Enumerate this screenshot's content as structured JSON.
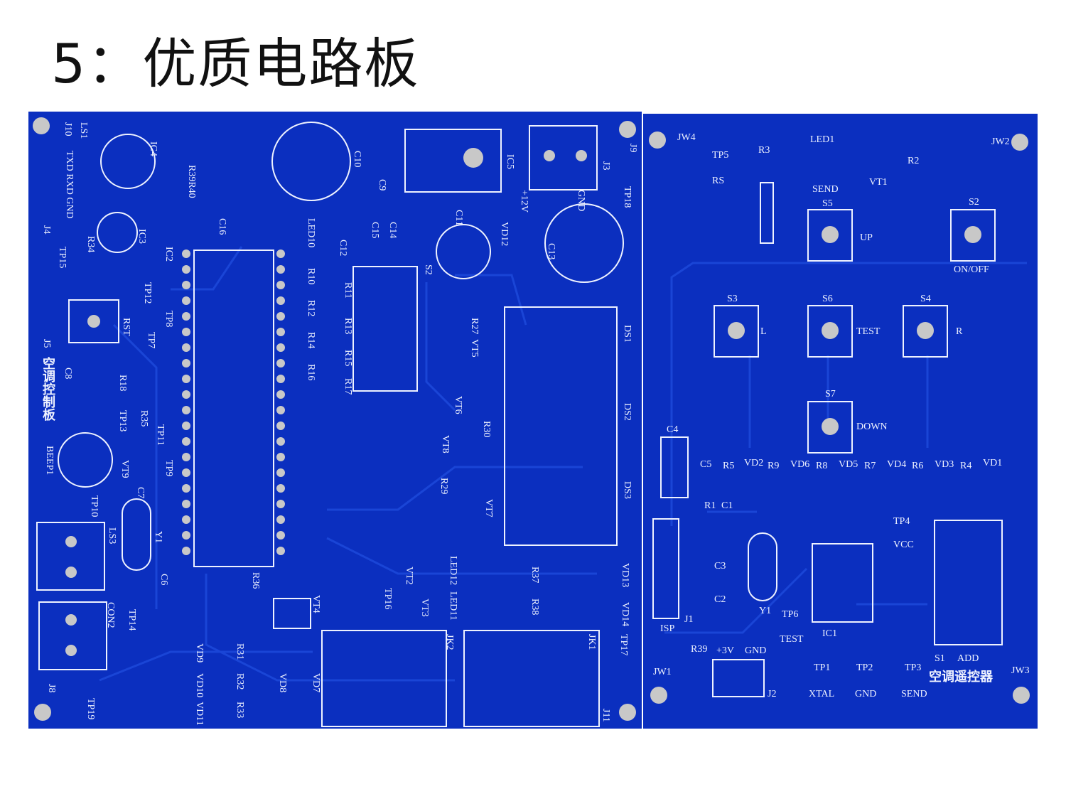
{
  "title": "5：优质电路板",
  "colors": {
    "board": "#0b2fbf",
    "trace": "#1a45d6",
    "silkscreen": "#eef2ff",
    "pad": "#c8c8c8"
  },
  "left_board": {
    "title_label": "空调控制板",
    "labels": [
      "J10",
      "LS1",
      "TXD RXD GND",
      "IC4",
      "R39R40",
      "C10",
      "IC5",
      "J3",
      "J9",
      "TP18",
      "GND",
      "+12V",
      "C9",
      "LED10",
      "C11",
      "VD12",
      "C13",
      "IC2",
      "IC3",
      "J4",
      "TP15",
      "R34",
      "TP12",
      "TP8",
      "TP7",
      "RST",
      "J5",
      "C8",
      "R18",
      "TP13",
      "R35",
      "TP11",
      "VT9",
      "TP9",
      "C7",
      "BEEP1",
      "TP10",
      "LS3",
      "Y1",
      "C6",
      "CON2",
      "TP14",
      "J8",
      "TP19",
      "VD9",
      "VD10",
      "VD11",
      "R31",
      "R32",
      "R33",
      "VD8",
      "VD7",
      "VT4",
      "DS1",
      "DS2",
      "DS3",
      "JK2",
      "JK1",
      "TP17",
      "J11",
      "VD13",
      "VD14",
      "R37",
      "R38",
      "LED12",
      "LED11",
      "VT2",
      "VT3",
      "TP16",
      "S2",
      "R27",
      "VT5",
      "VT6",
      "VT7",
      "VT8",
      "R30",
      "R29",
      "R10",
      "R11",
      "R12",
      "R13",
      "R14",
      "R15",
      "R16",
      "R17",
      "C16",
      "C12",
      "C14",
      "C15",
      "R36"
    ]
  },
  "right_board": {
    "title_label": "空调遥控器",
    "labels": [
      "JW4",
      "JW2",
      "TP5",
      "RS",
      "R3",
      "LED1",
      "SEND",
      "VT1",
      "R2",
      "S5",
      "UP",
      "S2",
      "ON/OFF",
      "S3",
      "L",
      "S6",
      "TEST",
      "S4",
      "R",
      "S7",
      "DOWN",
      "C4",
      "C5",
      "R5",
      "VD2",
      "R9",
      "VD6",
      "R8",
      "VD5",
      "R7",
      "VD4",
      "R6",
      "VD3",
      "R4",
      "VD1",
      "R1",
      "C1",
      "TP4",
      "VCC",
      "C3",
      "C2",
      "J1",
      "ISP",
      "Y1",
      "TP6",
      "TEST",
      "IC1",
      "S1",
      "ADD",
      "R39",
      "+3V",
      "GND",
      "JW1",
      "TP1",
      "XTAL",
      "TP2",
      "GND",
      "TP3",
      "SEND",
      "JW3",
      "J2"
    ]
  }
}
